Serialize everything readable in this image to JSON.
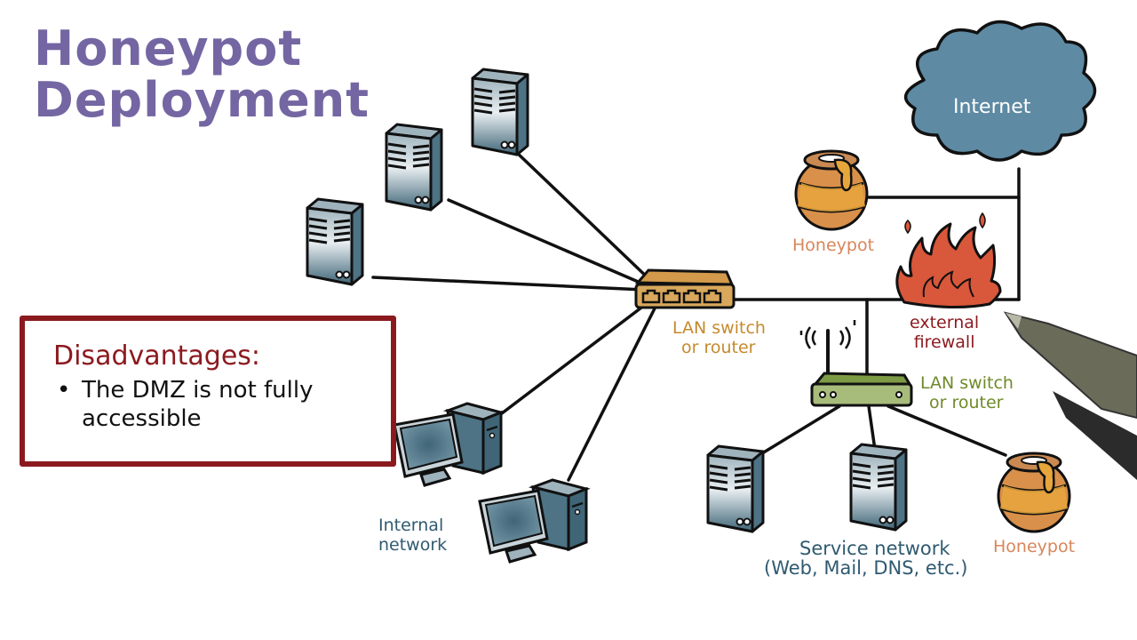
{
  "title": {
    "line1": "Honeypot",
    "line2": "Deployment"
  },
  "disadvantages": {
    "heading": "Disadvantages:",
    "items": [
      "The DMZ is not fully accessible"
    ]
  },
  "nodes": {
    "internet": "Internet",
    "honeypot_top": "Honeypot",
    "firewall": {
      "line1": "external",
      "line2": "firewall"
    },
    "lan_switch_main": {
      "line1": "LAN switch",
      "line2": "or router"
    },
    "lan_switch_service": {
      "line1": "LAN switch",
      "line2": "or router"
    },
    "internal_network": {
      "line1": "Internal",
      "line2": "network"
    },
    "service_network": {
      "line1": "Service network",
      "line2": "(Web, Mail, DNS, etc.)"
    },
    "honeypot_bottom": "Honeypot"
  },
  "colors": {
    "title": "#7466a2",
    "disadvantages_border": "#8b1a1f",
    "server_fill": "#3f6577",
    "switch_main": "#d29a4a",
    "switch_service": "#7d9a45",
    "honeypot": "#d9904a",
    "firewall": "#d9573a",
    "cloud": "#5e8aa3"
  }
}
